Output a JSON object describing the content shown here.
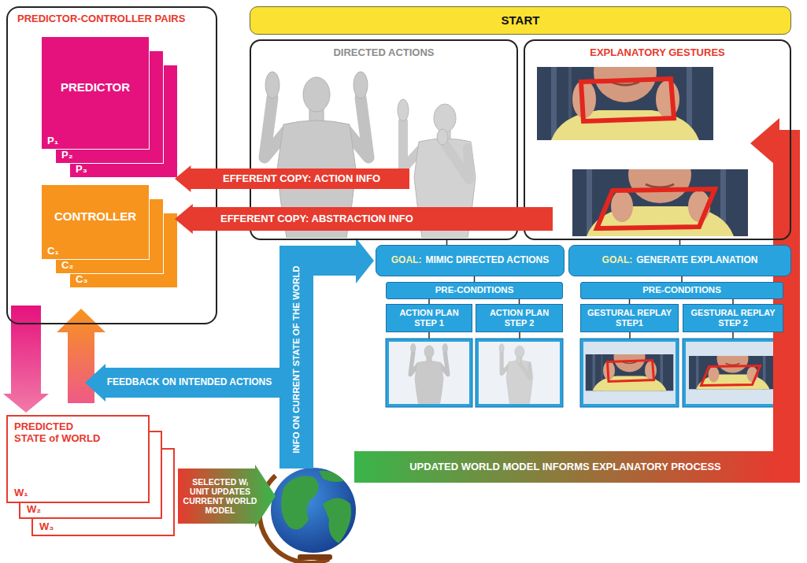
{
  "diagram": {
    "nodes": [
      {
        "text": [
          "PREDICTOR-CONTROLLER PAIRS"
        ]
      },
      {
        "text": [
          "PREDICTOR",
          "P₁"
        ],
        "in": 0
      },
      {
        "text": [
          "P₂"
        ],
        "in": 0
      },
      {
        "text": [
          "P₃"
        ],
        "in": 0
      },
      {
        "text": [
          "CONTROLLER",
          "C₁"
        ],
        "in": 0
      },
      {
        "text": [
          "C₂"
        ],
        "in": 0
      },
      {
        "text": [
          "C₃"
        ],
        "in": 0
      },
      {
        "text": [
          "START"
        ]
      },
      {
        "text": [
          "DIRECTED ACTIONS"
        ]
      },
      {
        "text": [
          "EXPLANATORY GESTURES"
        ]
      },
      {
        "text": [
          "EFFERENT COPY: ACTION INFO"
        ]
      },
      {
        "text": [
          "EFFERENT COPY: ABSTRACTION INFO"
        ]
      },
      {
        "text": [
          "GOAL:",
          "MIMIC DIRECTED ACTIONS"
        ]
      },
      {
        "text": [
          "GOAL:",
          "GENERATE EXPLANATION"
        ]
      },
      {
        "text": [
          "PRE-CONDITIONS"
        ]
      },
      {
        "text": [
          "PRE-CONDITIONS"
        ]
      },
      {
        "text": [
          "ACTION PLAN STEP 1"
        ]
      },
      {
        "text": [
          "ACTION PLAN STEP 2"
        ]
      },
      {
        "text": [
          "GESTURAL REPLAY STEP1"
        ]
      },
      {
        "text": [
          "GESTURAL REPLAY STEP 2"
        ]
      },
      {
        "text": [
          "FEEDBACK ON INTENDED ACTIONS"
        ]
      },
      {
        "text": [
          "INFO ON CURRENT STATE OF THE WORLD"
        ]
      },
      {
        "text": [
          "PREDICTED STATE of WORLD",
          "W₁"
        ]
      },
      {
        "text": [
          "W₂"
        ]
      },
      {
        "text": [
          "W₃"
        ]
      },
      {
        "text": [
          "SELECTED Wᵢ UNIT UPDATES CURRENT WORLD MODEL"
        ]
      },
      {
        "text": [
          "UPDATED WORLD MODEL INFORMS EXPLANATORY PROCESS"
        ]
      }
    ],
    "edges": [
      {
        "from": 8,
        "to": 12,
        "arrow": "none"
      },
      {
        "from": 9,
        "to": 13,
        "arrow": "none"
      },
      {
        "from": 12,
        "to": 14,
        "arrow": "none"
      },
      {
        "from": 13,
        "to": 15,
        "arrow": "none"
      },
      {
        "from": 14,
        "to": 16,
        "arrow": "none"
      },
      {
        "from": 14,
        "to": 17,
        "arrow": "none"
      },
      {
        "from": 15,
        "to": 18,
        "arrow": "none"
      },
      {
        "from": 15,
        "to": 19,
        "arrow": "none"
      }
    ]
  }
}
